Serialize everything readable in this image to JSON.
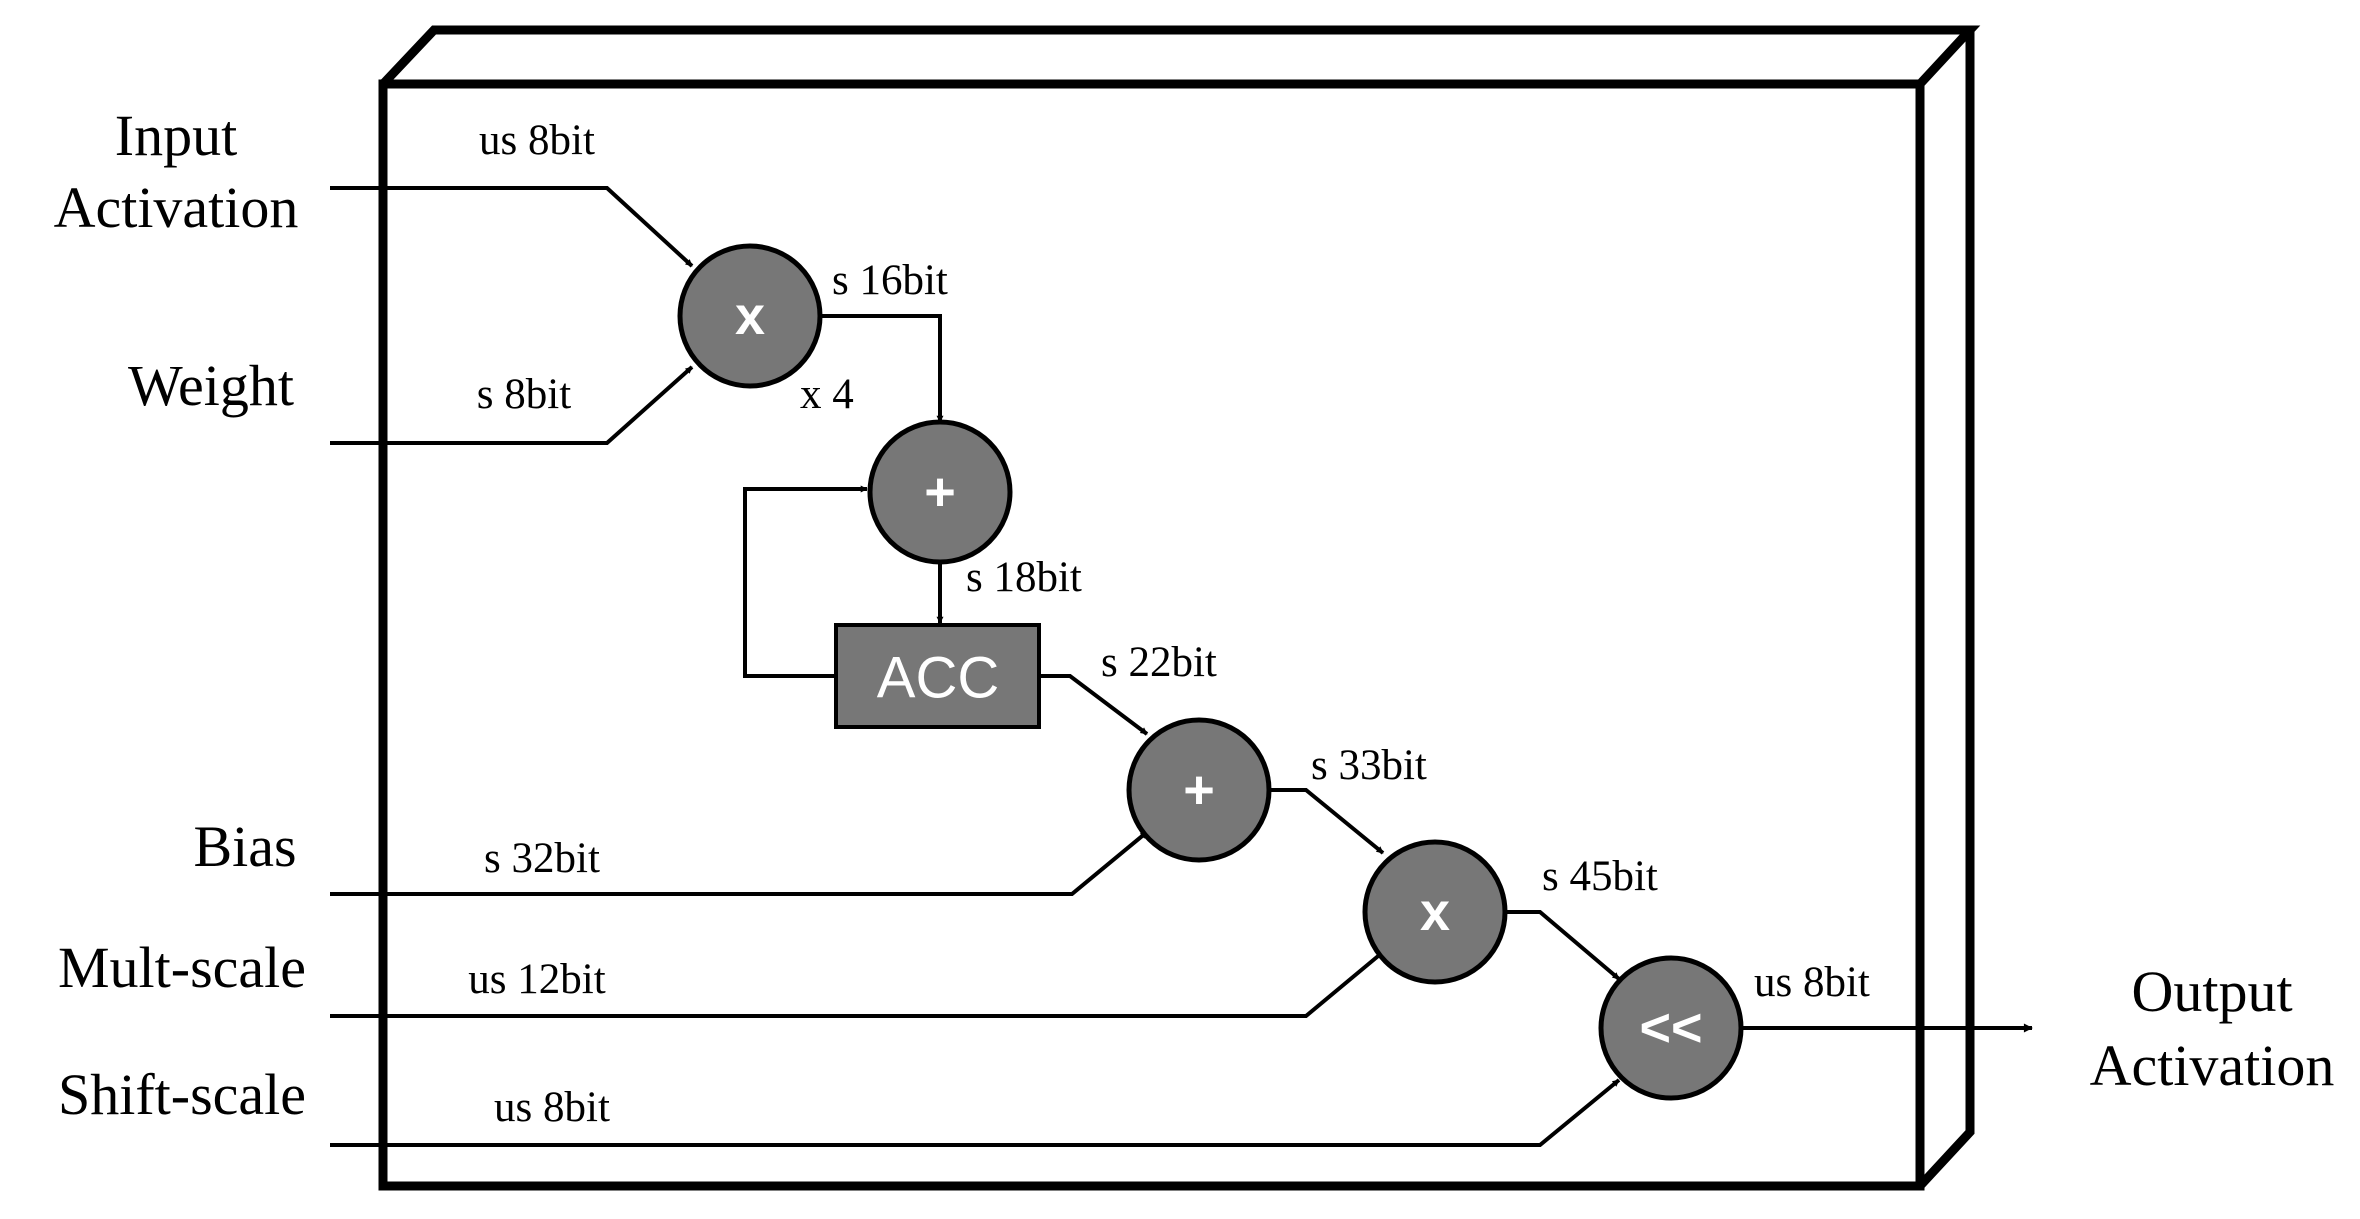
{
  "inputs": {
    "input_activation": [
      "Input",
      "Activation"
    ],
    "weight": "Weight",
    "bias": "Bias",
    "mult_scale": "Mult-scale",
    "shift_scale": "Shift-scale"
  },
  "output": {
    "label": [
      "Output",
      "Activation"
    ]
  },
  "bit_labels": {
    "input_activation": "us 8bit",
    "weight": "s 8bit",
    "mult_out": "s 16bit",
    "mult_count": "x 4",
    "add_out": "s 18bit",
    "acc_out": "s 22bit",
    "bias": "s 32bit",
    "bias_add_out": "s 33bit",
    "mult_scale": "us 12bit",
    "scale_mult_out": "s 45bit",
    "shift_scale": "us 8bit",
    "output": "us 8bit"
  },
  "operators": {
    "mult1": "x",
    "add1": "+",
    "acc": "ACC",
    "add2": "+",
    "mult2": "x",
    "shift": "<<"
  }
}
